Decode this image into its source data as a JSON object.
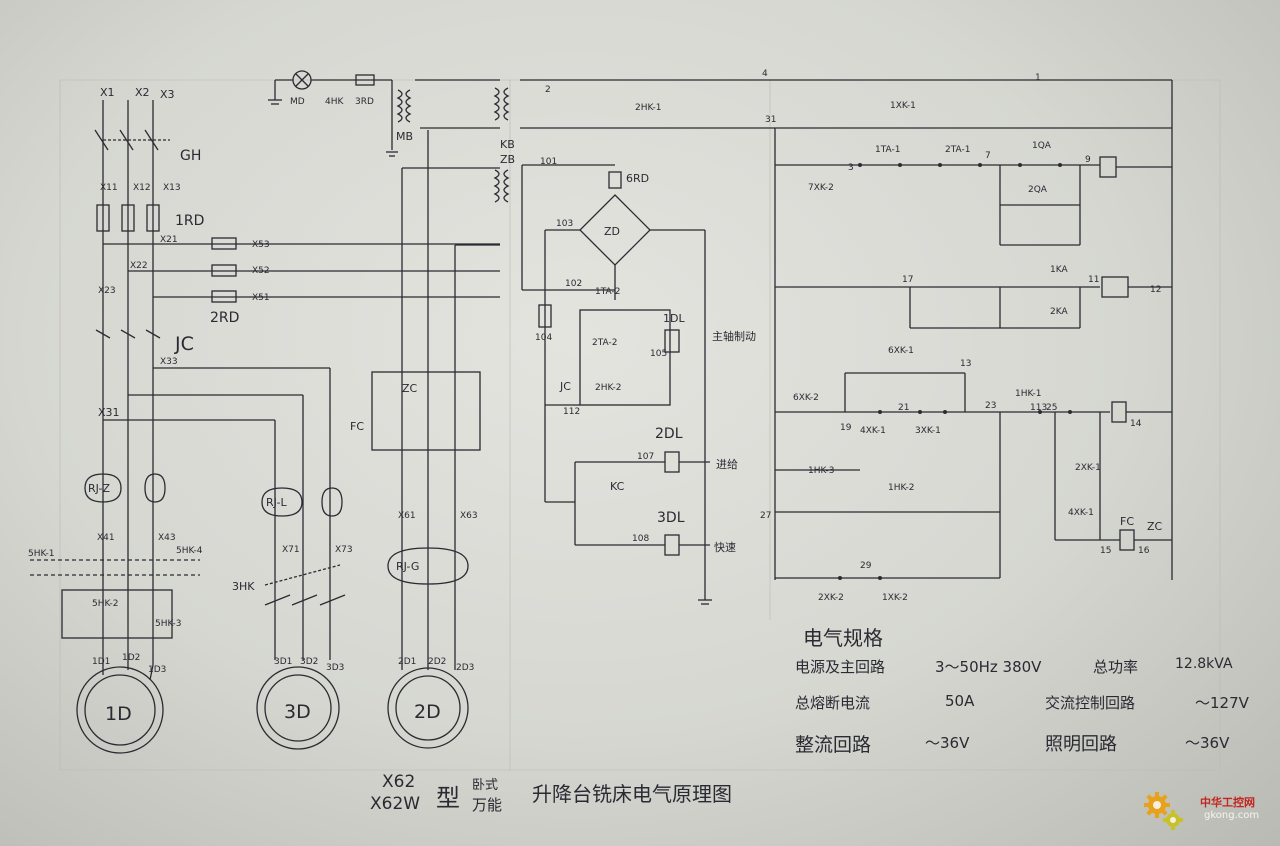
{
  "supply_labels": [
    "X1",
    "X2",
    "X3",
    "X11",
    "X12",
    "X13",
    "X21",
    "X22",
    "X23",
    "X31",
    "X33",
    "X41",
    "X43",
    "X51",
    "X52",
    "X53",
    "X61",
    "X63",
    "X71",
    "X73"
  ],
  "component_labels": [
    "GH",
    "1RD",
    "2RD",
    "JC",
    "RJ-Z",
    "RJ-L",
    "RJ-G",
    "5HK-1",
    "5HK-2",
    "5HK-3",
    "5HK-4",
    "3HK",
    "ZC",
    "FC",
    "MD",
    "4HK",
    "3RD",
    "MB",
    "KB",
    "ZB",
    "6RD",
    "ZD",
    "1TA-2",
    "2TA-2",
    "2HK-2",
    "1DL",
    "2DL",
    "3DL",
    "KC",
    "JC",
    "2HK-1",
    "1XK-1",
    "7XK-2",
    "1TA-1",
    "2TA-1",
    "1QA",
    "2QA",
    "1KA",
    "2KA",
    "6XK-1",
    "6XK-2",
    "4XK-1",
    "3XK-1",
    "1HK-1",
    "1HK-2",
    "1HK-3",
    "2XK-1",
    "2XK-2",
    "1XK-2",
    "4XK-1",
    "ZC",
    "FC"
  ],
  "node_numbers": [
    "1",
    "2",
    "3",
    "4",
    "7",
    "9",
    "11",
    "12",
    "13",
    "14",
    "15",
    "16",
    "17",
    "19",
    "21",
    "23",
    "25",
    "27",
    "29",
    "31",
    "101",
    "102",
    "103",
    "104",
    "105",
    "107",
    "108",
    "112",
    "113"
  ],
  "motor_labels": [
    "1D",
    "2D",
    "3D",
    "1D1",
    "1D2",
    "1D3",
    "2D1",
    "2D2",
    "2D3",
    "3D1",
    "3D2",
    "3D3"
  ],
  "function_labels": {
    "spindle_brake": "主轴制动",
    "feed": "进给",
    "rapid": "快速"
  },
  "spec": {
    "heading": "电气规格",
    "rows": [
      {
        "label": "电源及主回路",
        "value": "3～50Hz 380V"
      },
      {
        "label": "总功率",
        "value": "12.8kVA"
      },
      {
        "label": "总熔断电流",
        "value": "50A"
      },
      {
        "label": "交流控制回路",
        "value": "～127V"
      },
      {
        "label": "整流回路",
        "value": "～36V"
      },
      {
        "label": "照明回路",
        "value": "～36V"
      }
    ]
  },
  "title": {
    "model_a": "X62",
    "model_b": "X62W",
    "type_char": "型",
    "variant_a": "卧式",
    "variant_b": "万能",
    "text": "升降台铣床电气原理图"
  },
  "watermark": {
    "site_cn": "中华工控网",
    "site_url": "gkong.com"
  },
  "colors": {
    "paper": "#d9dad4",
    "ink": "#2b2b33",
    "watermark_red": "#c2261d",
    "watermark_gear": "#e8a21a"
  }
}
